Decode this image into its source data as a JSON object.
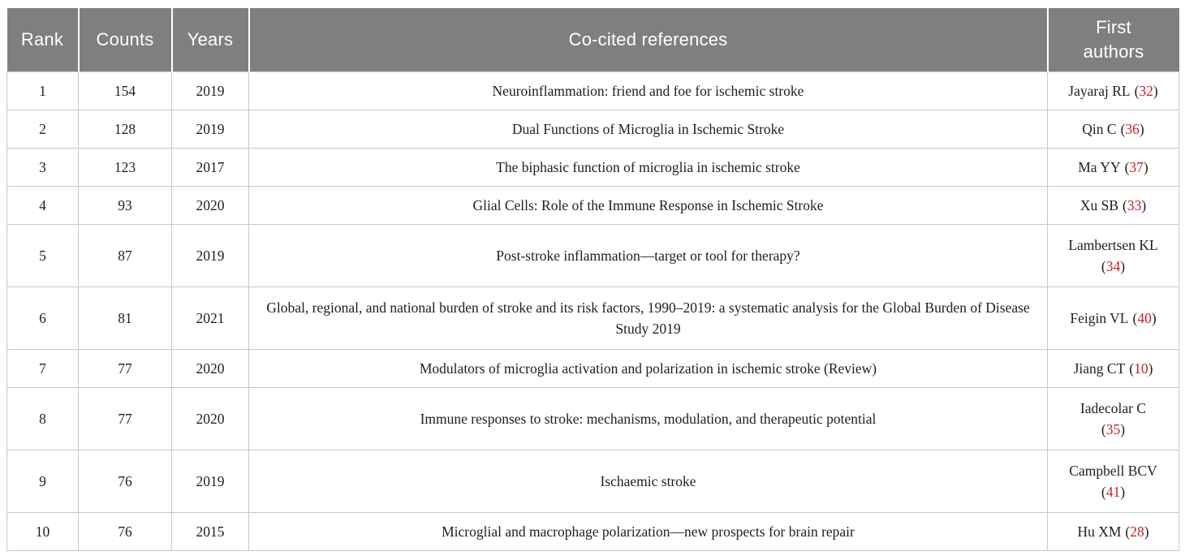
{
  "colors": {
    "header_bg": "#7e807f",
    "header_text": "#ffffff",
    "border": "#c9c9c9",
    "body_text": "#1f1f1f",
    "citation_red": "#cb2127"
  },
  "punct": {
    "open": "(",
    "close": ")"
  },
  "table": {
    "columns": [
      "Rank",
      "Counts",
      "Years",
      "Co-cited references",
      "First authors"
    ],
    "rows": [
      {
        "rank": "1",
        "counts": "154",
        "years": "2019",
        "reference": "Neuroinflammation: friend and foe for ischemic stroke",
        "author": "Jayaraj RL",
        "cite": "32"
      },
      {
        "rank": "2",
        "counts": "128",
        "years": "2019",
        "reference": "Dual Functions of Microglia in Ischemic Stroke",
        "author": "Qin C",
        "cite": "36"
      },
      {
        "rank": "3",
        "counts": "123",
        "years": "2017",
        "reference": "The biphasic function of microglia in ischemic stroke",
        "author": "Ma YY",
        "cite": "37"
      },
      {
        "rank": "4",
        "counts": "93",
        "years": "2020",
        "reference": "Glial Cells: Role of the Immune Response in Ischemic Stroke",
        "author": "Xu SB",
        "cite": "33"
      },
      {
        "rank": "5",
        "counts": "87",
        "years": "2019",
        "reference": "Post-stroke inflammation—target or tool for therapy?",
        "author": "Lambertsen KL",
        "cite": "34"
      },
      {
        "rank": "6",
        "counts": "81",
        "years": "2021",
        "reference": "Global, regional, and national burden of stroke and its risk factors, 1990–2019: a systematic analysis for the Global Burden of Disease Study 2019",
        "author": "Feigin VL",
        "cite": "40"
      },
      {
        "rank": "7",
        "counts": "77",
        "years": "2020",
        "reference": "Modulators of microglia activation and polarization in ischemic stroke (Review)",
        "author": "Jiang CT",
        "cite": "10"
      },
      {
        "rank": "8",
        "counts": "77",
        "years": "2020",
        "reference": "Immune responses to stroke: mechanisms, modulation, and therapeutic potential",
        "author": "Iadecolar C",
        "cite": "35"
      },
      {
        "rank": "9",
        "counts": "76",
        "years": "2019",
        "reference": "Ischaemic stroke",
        "author": "Campbell BCV",
        "cite": "41"
      },
      {
        "rank": "10",
        "counts": "76",
        "years": "2015",
        "reference": "Microglial and macrophage polarization—new prospects for brain repair",
        "author": "Hu XM",
        "cite": "28"
      }
    ]
  }
}
